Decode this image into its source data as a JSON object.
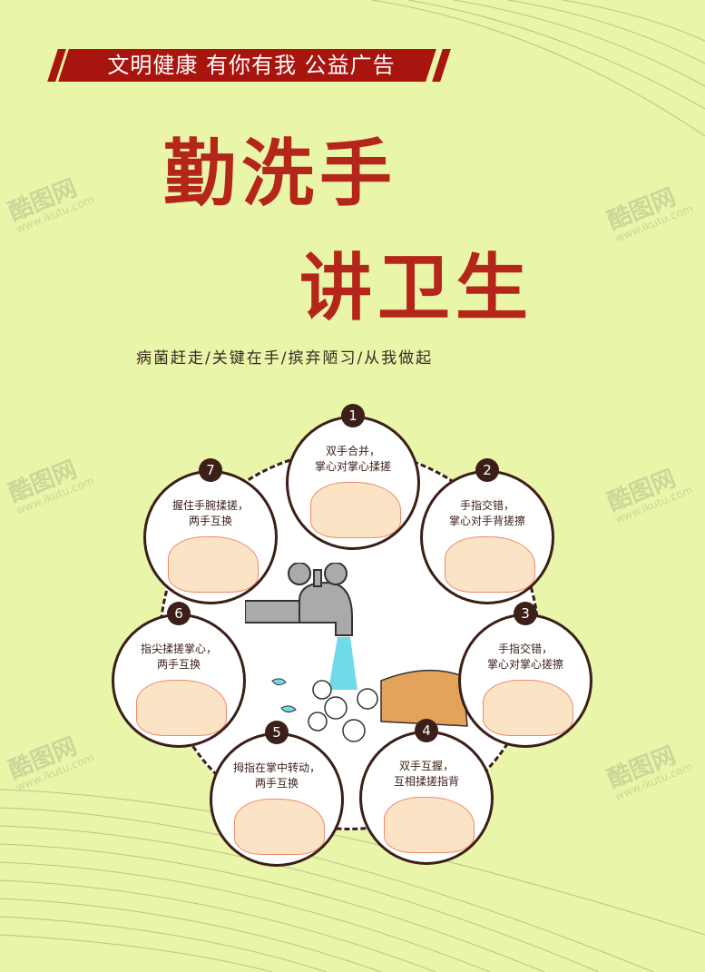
{
  "banner": {
    "text": "文明健康 有你有我 公益广告"
  },
  "title": {
    "line1": "勤洗手",
    "line2": "讲卫生"
  },
  "subtitle": "病菌赶走/关键在手/摈弃陋习/从我做起",
  "steps": [
    {
      "number": "1",
      "line1": "双手合并，",
      "line2": "掌心对掌心揉搓"
    },
    {
      "number": "2",
      "line1": "手指交错，",
      "line2": "掌心对手背搓擦"
    },
    {
      "number": "3",
      "line1": "手指交错，",
      "line2": "掌心对掌心搓擦"
    },
    {
      "number": "4",
      "line1": "双手互握，",
      "line2": "互相揉搓指背"
    },
    {
      "number": "5",
      "line1": "拇指在掌中转动，",
      "line2": "两手互换"
    },
    {
      "number": "6",
      "line1": "指尖揉搓掌心，",
      "line2": "两手互换"
    },
    {
      "number": "7",
      "line1": "握住手腕揉搓，",
      "line2": "两手互换"
    }
  ],
  "watermark": {
    "name": "酷图网",
    "url": "www.ikutu.com"
  },
  "colors": {
    "background": "#e9f5a9",
    "accent": "#a8150f",
    "title": "#b5261a",
    "outline": "#3b1f18"
  }
}
